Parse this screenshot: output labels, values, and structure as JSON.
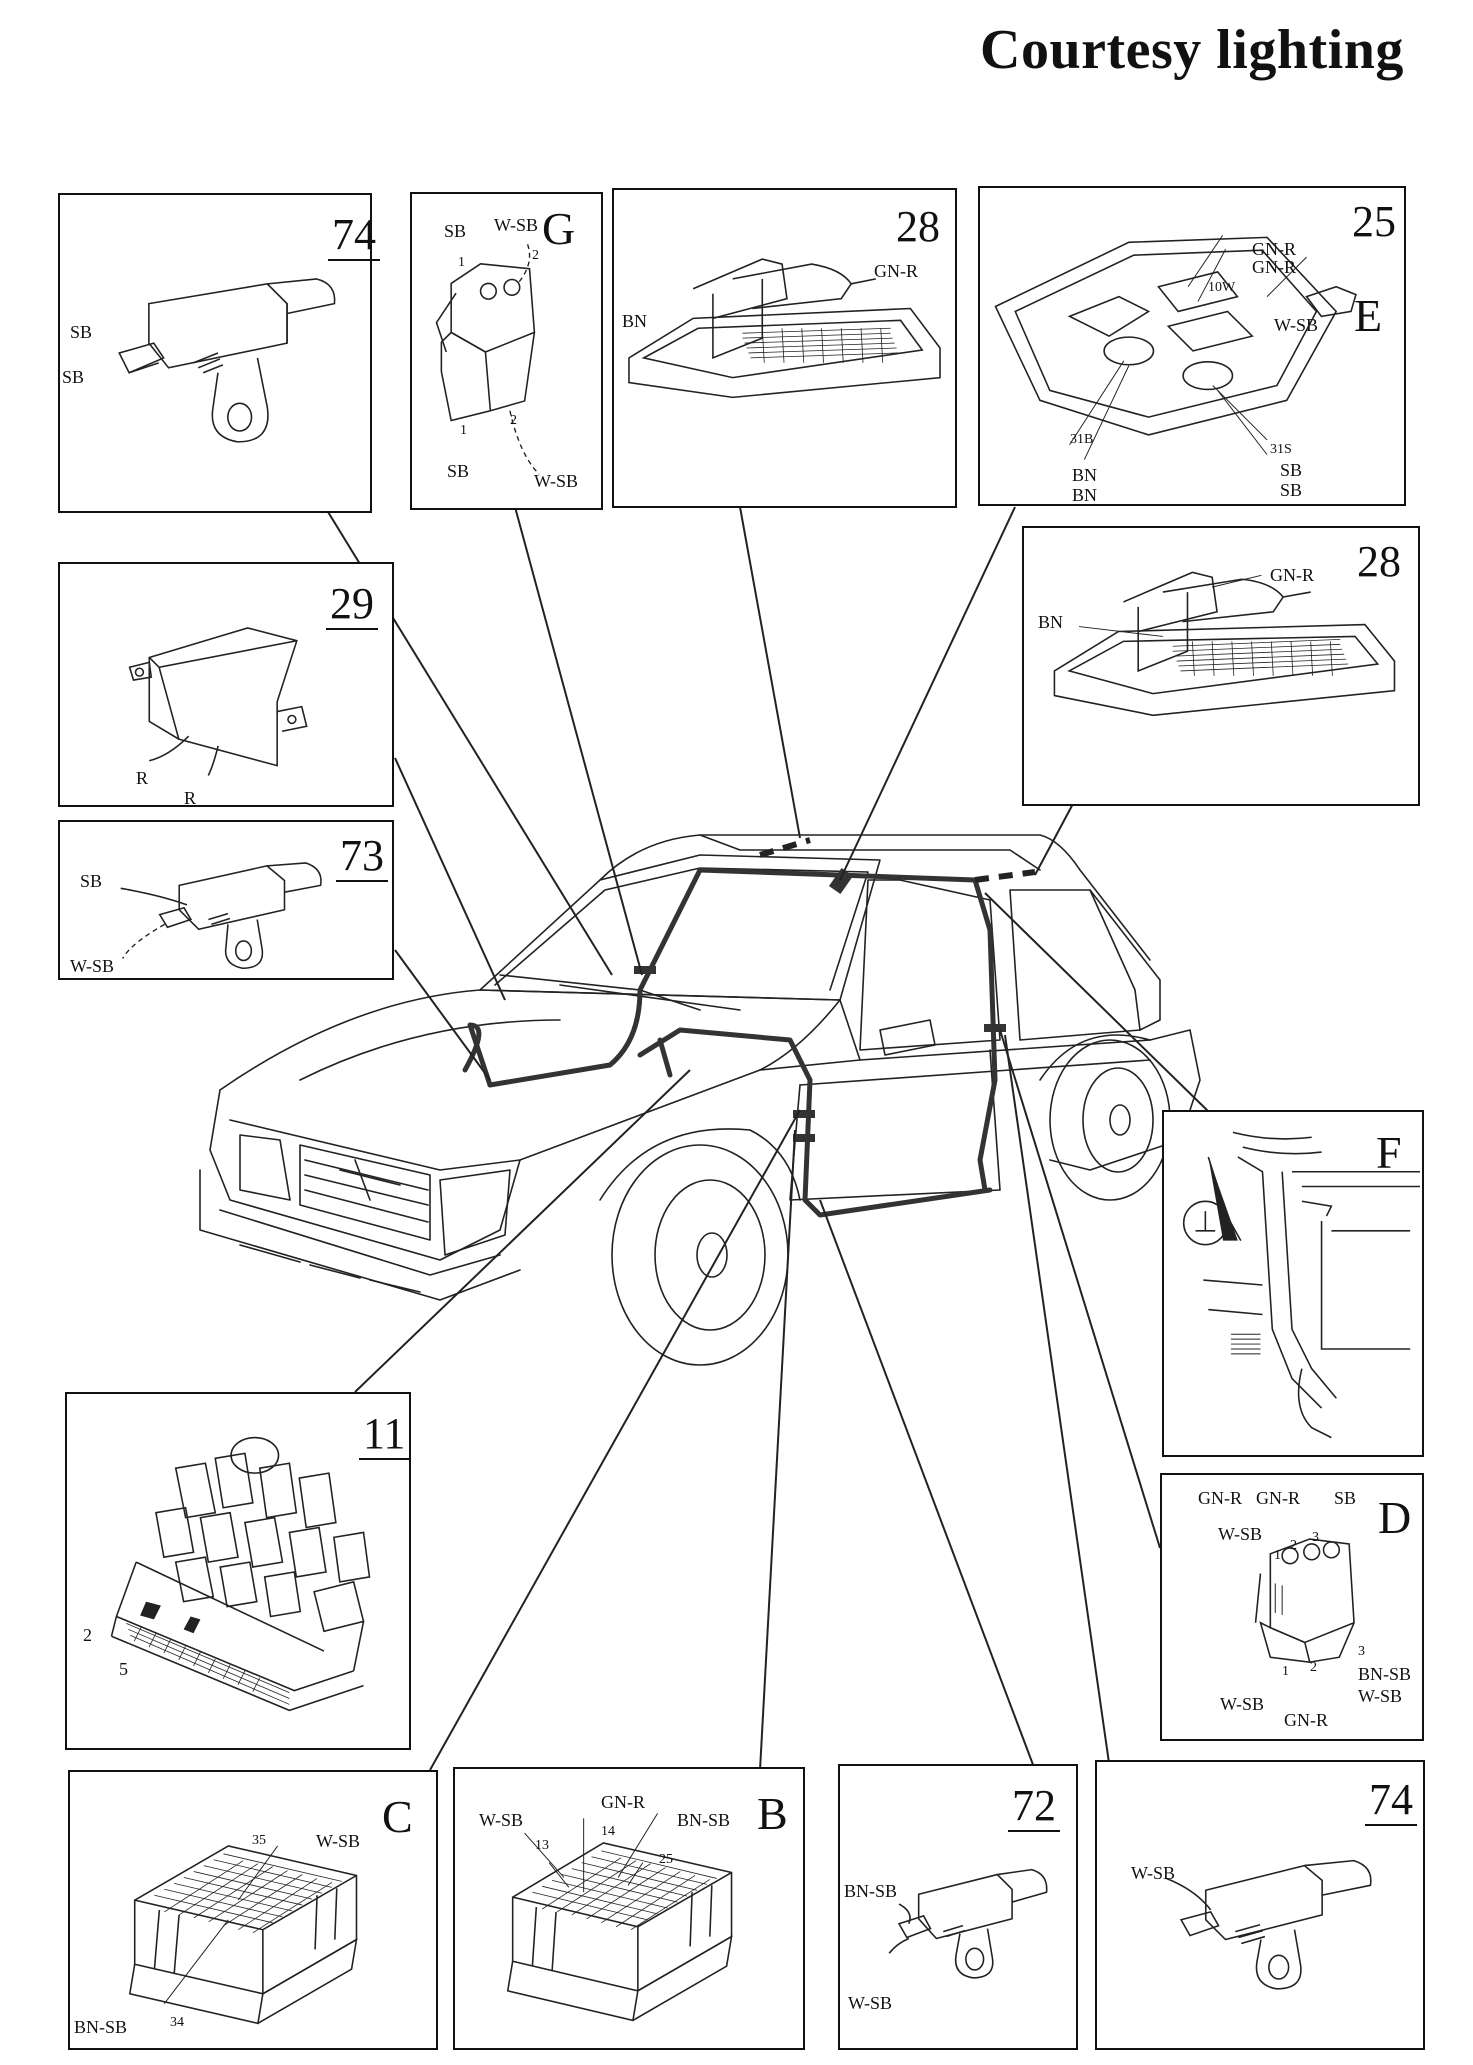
{
  "title": "Courtesy lighting",
  "panels": {
    "p74_top": {
      "number": "74",
      "labels": [
        "SB",
        "SB"
      ]
    },
    "pG": {
      "letter": "G",
      "labels": [
        "SB",
        "W-SB",
        "1",
        "2",
        "1",
        "2",
        "SB",
        "W-SB"
      ]
    },
    "p28_top": {
      "number": "28",
      "labels": [
        "GN-R",
        "BN"
      ]
    },
    "p25": {
      "number": "25",
      "letter": "E",
      "labels": [
        "GN-R",
        "GN-R",
        "10W",
        "W-SB",
        "31B",
        "31S",
        "BN",
        "BN",
        "SB",
        "SB"
      ]
    },
    "p28_mid": {
      "number": "28",
      "labels": [
        "GN-R",
        "BN"
      ]
    },
    "p29": {
      "number": "29",
      "labels": [
        "R",
        "R"
      ]
    },
    "p73": {
      "number": "73",
      "labels": [
        "SB",
        "W-SB"
      ]
    },
    "pF": {
      "letter": "F"
    },
    "p11": {
      "number": "11",
      "labels": [
        "2",
        "5"
      ]
    },
    "pD": {
      "letter": "D",
      "labels": [
        "GN-R",
        "GN-R",
        "SB",
        "W-SB",
        "1",
        "2",
        "3",
        "3",
        "BN-SB",
        "1",
        "2",
        "W-SB",
        "W-SB",
        "GN-R"
      ]
    },
    "pC": {
      "letter": "C",
      "labels": [
        "35",
        "W-SB",
        "BN-SB",
        "34"
      ]
    },
    "pB": {
      "letter": "B",
      "labels": [
        "GN-R",
        "W-SB",
        "14",
        "BN-SB",
        "13",
        "25"
      ]
    },
    "p72": {
      "number": "72",
      "labels": [
        "BN-SB",
        "W-SB"
      ]
    },
    "p74_bot": {
      "number": "74",
      "labels": [
        "W-SB"
      ]
    }
  }
}
